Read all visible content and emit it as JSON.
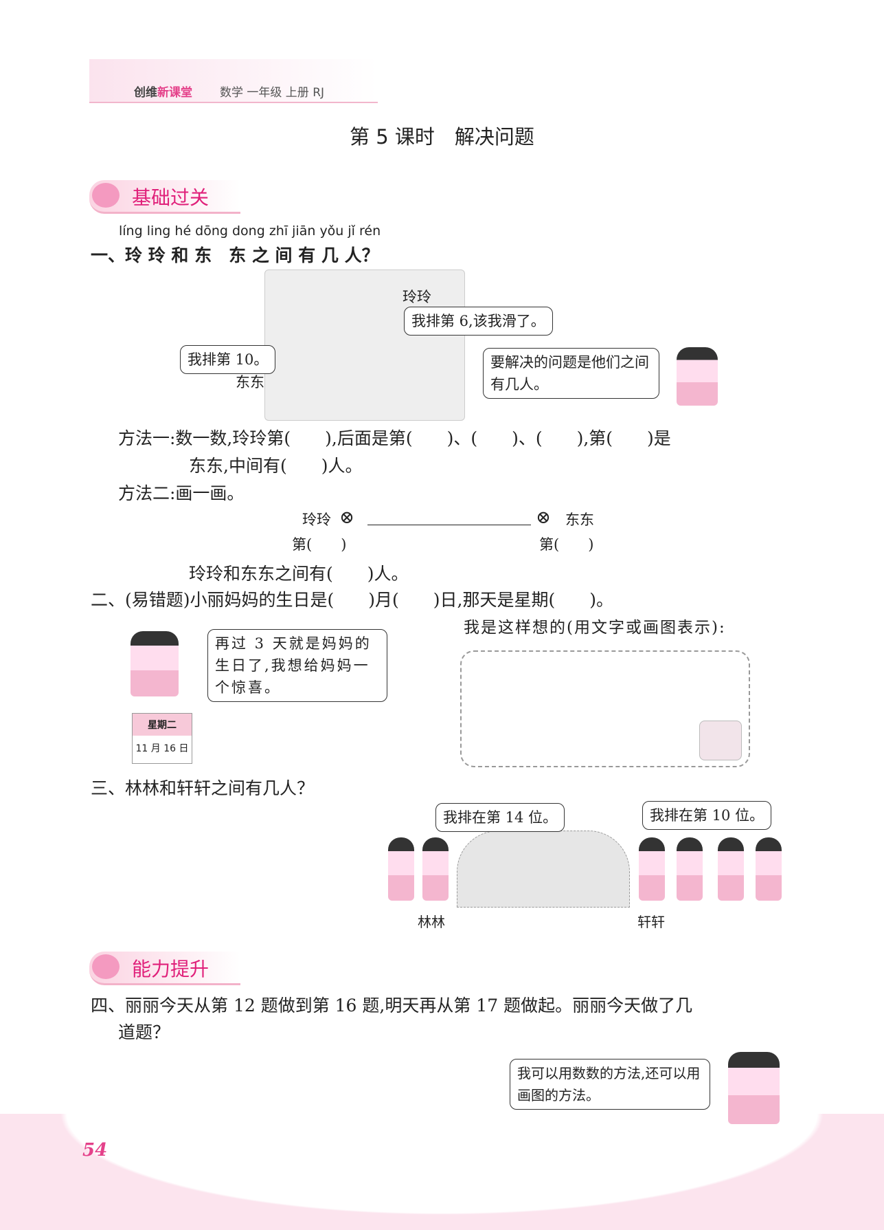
{
  "header": {
    "brand_a": "创维",
    "brand_b": "新课堂",
    "subtitle": "数学 一年级 上册 RJ"
  },
  "title": "第 5 课时　解决问题",
  "section1": "基础过关",
  "q1": {
    "pinyin": "líng ling hé dōng dong zhī jiān yǒu  jǐ  rén",
    "text": "一、玲 玲 和 东　东 之 间 有 几 人？",
    "label_lingling": "玲玲",
    "bubble_lingling": "我排第 6,该我滑了。",
    "bubble_dongdong": "我排第 10。",
    "label_dongdong": "东东",
    "bubble_girl": "要解决的问题是他们之间有几人。",
    "method1_line1": "方法一:数一数,玲玲第(　　),后面是第(　　)、(　　)、(　　),第(　　)是",
    "method1_line2": "东东,中间有(　　)人。",
    "method2": "方法二:画一画。",
    "draw_left": "玲玲",
    "draw_right": "东东",
    "ord_left": "第(　　)",
    "ord_right": "第(　　)",
    "answer": "玲玲和东东之间有(　　)人。"
  },
  "q2": {
    "text": "二、(易错题)小丽妈妈的生日是(　　)月(　　)日,那天是星期(　　)。",
    "bubble": "再过 3 天就是妈妈的生日了,我想给妈妈一个惊喜。",
    "calendar_day": "星期二",
    "calendar_date": "11 月 16 日",
    "think": "我是这样想的(用文字或画图表示):"
  },
  "q3": {
    "text": "三、林林和轩轩之间有几人？",
    "bubble_lin": "我排在第 14 位。",
    "bubble_xuan": "我排在第 10 位。",
    "label_lin": "林林",
    "label_xuan": "轩轩"
  },
  "section2": "能力提升",
  "q4": {
    "line1": "四、丽丽今天从第 12 题做到第 16 题,明天再从第 17 题做起。丽丽今天做了几",
    "line2": "道题？",
    "bubble": "我可以用数数的方法,还可以用画图的方法。"
  },
  "page_number": "54"
}
